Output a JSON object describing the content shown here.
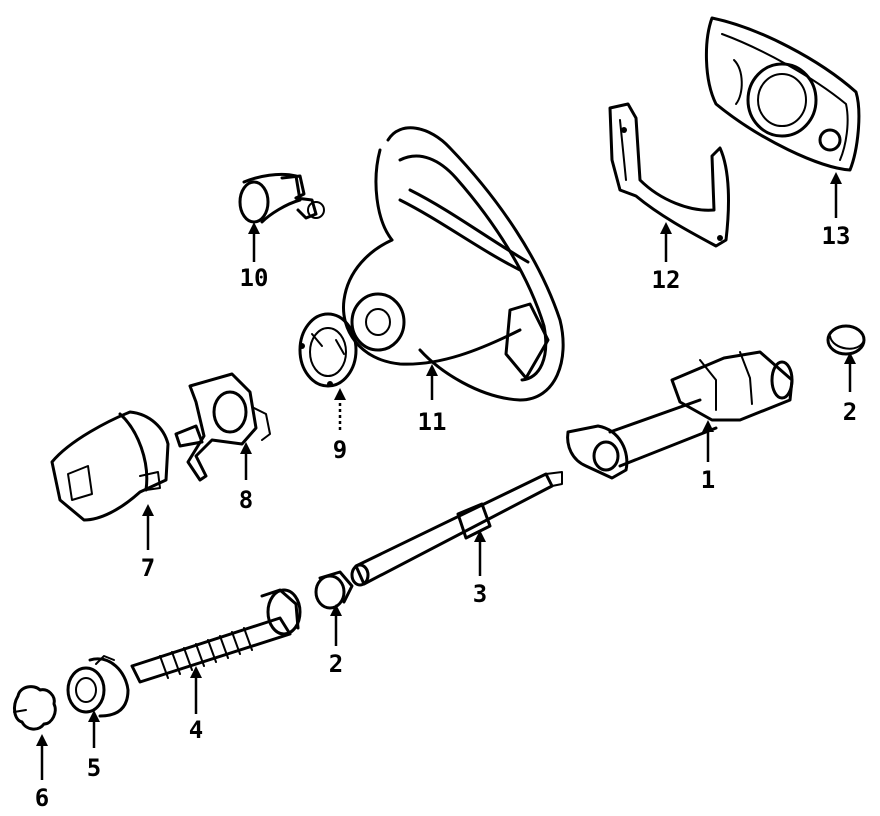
{
  "callouts": [
    {
      "id": "1",
      "label": "1"
    },
    {
      "id": "2a",
      "label": "2"
    },
    {
      "id": "2b",
      "label": "2"
    },
    {
      "id": "3",
      "label": "3"
    },
    {
      "id": "4",
      "label": "4"
    },
    {
      "id": "5",
      "label": "5"
    },
    {
      "id": "6",
      "label": "6"
    },
    {
      "id": "7",
      "label": "7"
    },
    {
      "id": "8",
      "label": "8"
    },
    {
      "id": "9",
      "label": "9"
    },
    {
      "id": "10",
      "label": "10"
    },
    {
      "id": "11",
      "label": "11"
    },
    {
      "id": "12",
      "label": "12"
    },
    {
      "id": "13",
      "label": "13"
    }
  ]
}
